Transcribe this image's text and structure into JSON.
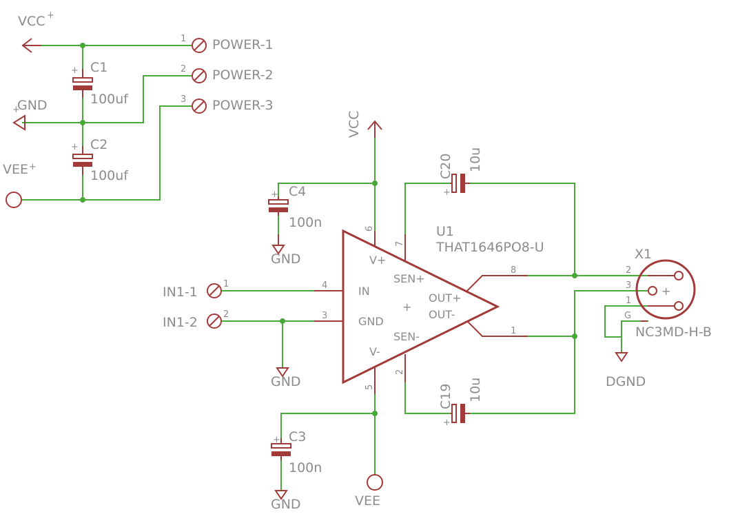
{
  "supply": {
    "vcc_label": "VCC",
    "gnd_label": "GND",
    "vee_label": "VEE",
    "plus_mark": "+"
  },
  "power_connector": [
    {
      "name": "POWER-1",
      "pin": "1"
    },
    {
      "name": "POWER-2",
      "pin": "2"
    },
    {
      "name": "POWER-3",
      "pin": "3"
    }
  ],
  "input_connector": [
    {
      "name": "IN1-1",
      "pin": "1"
    },
    {
      "name": "IN1-2",
      "pin": "2"
    }
  ],
  "capacitors": {
    "c1": {
      "name": "C1",
      "value": "100uf"
    },
    "c2": {
      "name": "C2",
      "value": "100uf"
    },
    "c3": {
      "name": "C3",
      "value": "100n"
    },
    "c4": {
      "name": "C4",
      "value": "100n"
    },
    "c19": {
      "name": "C19",
      "value": "10u"
    },
    "c20": {
      "name": "C20",
      "value": "10u"
    }
  },
  "ic": {
    "name": "U1",
    "part": "THAT1646PO8-U",
    "pins": {
      "v_plus": "V+",
      "in": "IN",
      "gnd": "GND",
      "v_minus": "V-",
      "sen_plus": "SEN+",
      "out_plus": "OUT+",
      "out_minus": "OUT-",
      "sen_minus": "SEN-",
      "center": "+"
    },
    "pin_numbers": {
      "p1": "1",
      "p2": "2",
      "p3": "3",
      "p4": "4",
      "p5": "5",
      "p6": "6",
      "p7": "7",
      "p8": "8"
    }
  },
  "xlr": {
    "name": "X1",
    "part": "NC3MD-H-B",
    "pins": {
      "p1": "1",
      "p2": "2",
      "p3": "3",
      "g": "G"
    },
    "center": "+",
    "ground_label": "DGND"
  },
  "colors": {
    "wire": "#4aa83a",
    "part": "#a33a3a",
    "label": "#8c8c8c"
  }
}
